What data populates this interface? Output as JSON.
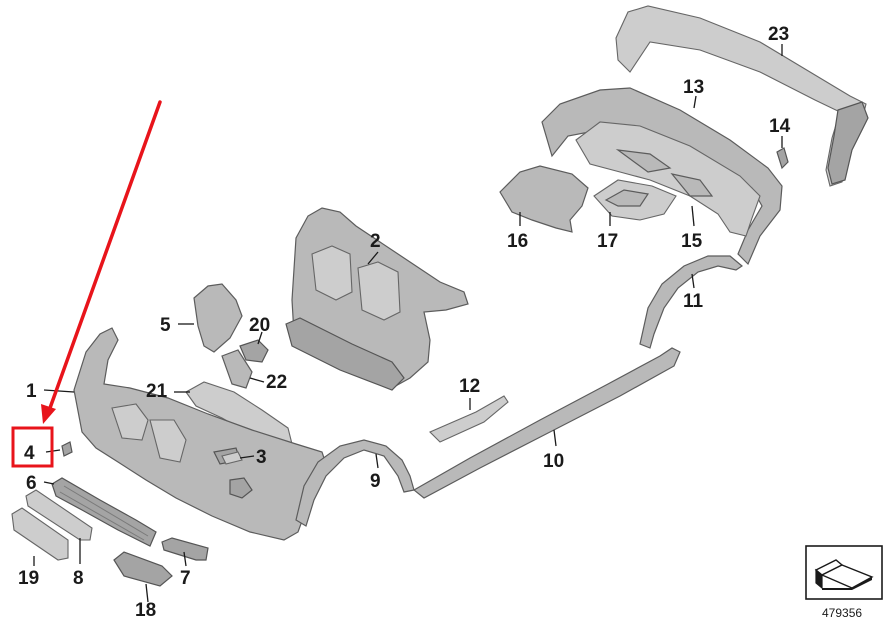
{
  "diagram": {
    "callouts": [
      {
        "id": "1",
        "label": "1"
      },
      {
        "id": "2",
        "label": "2"
      },
      {
        "id": "3",
        "label": "3"
      },
      {
        "id": "4",
        "label": "4"
      },
      {
        "id": "5",
        "label": "5"
      },
      {
        "id": "6",
        "label": "6"
      },
      {
        "id": "7",
        "label": "7"
      },
      {
        "id": "8",
        "label": "8"
      },
      {
        "id": "9",
        "label": "9"
      },
      {
        "id": "10",
        "label": "10"
      },
      {
        "id": "11",
        "label": "11"
      },
      {
        "id": "12",
        "label": "12"
      },
      {
        "id": "13",
        "label": "13"
      },
      {
        "id": "14",
        "label": "14"
      },
      {
        "id": "15",
        "label": "15"
      },
      {
        "id": "16",
        "label": "16"
      },
      {
        "id": "17",
        "label": "17"
      },
      {
        "id": "18",
        "label": "18"
      },
      {
        "id": "19",
        "label": "19"
      },
      {
        "id": "20",
        "label": "20"
      },
      {
        "id": "21",
        "label": "21"
      },
      {
        "id": "22",
        "label": "22"
      },
      {
        "id": "23",
        "label": "23"
      }
    ],
    "highlight": {
      "target": "4",
      "color": "#e8141b"
    },
    "reference_number": "479356"
  }
}
